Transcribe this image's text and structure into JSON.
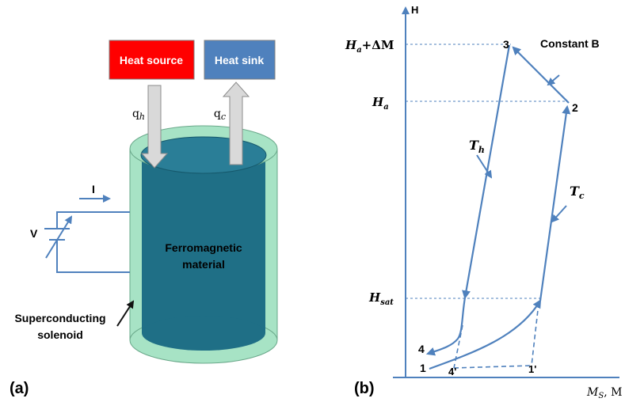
{
  "panel_a": {
    "tag": "(a)",
    "heat_source": {
      "label": "Heat source",
      "fill": "#ff0000"
    },
    "heat_sink": {
      "label": "Heat sink",
      "fill": "#4f81bd"
    },
    "q_h": "q",
    "q_h_sub": "h",
    "q_c": "q",
    "q_c_sub": "c",
    "current": "I",
    "voltage": "V",
    "material": [
      "Ferromagnetic",
      "material"
    ],
    "solenoid": [
      "Superconducting",
      "solenoid"
    ],
    "colors": {
      "core": "#1f6f86",
      "core_top": "#2a7e97",
      "shell": "#a7e3c5",
      "arrow": "#4f81bd",
      "wire": "#4f81bd"
    }
  },
  "panel_b": {
    "tag": "(b)",
    "axis_y": "H",
    "axis_x": "M",
    "axis_x_sub": "S",
    "axis_x_tail": ", M",
    "h_labels": {
      "ha_dm": {
        "base": "H",
        "sub": "a",
        "tail": "+ΔM"
      },
      "ha": {
        "base": "H",
        "sub": "a"
      },
      "hsat": {
        "base": "H",
        "sub": "sat"
      }
    },
    "points": [
      "1",
      "2",
      "3",
      "4",
      "4'",
      "1'"
    ],
    "constant_b": "Constant B",
    "t_h": {
      "base": "T",
      "sub": "h"
    },
    "t_c": {
      "base": "T",
      "sub": "c"
    },
    "colors": {
      "line": "#4f81bd"
    }
  }
}
